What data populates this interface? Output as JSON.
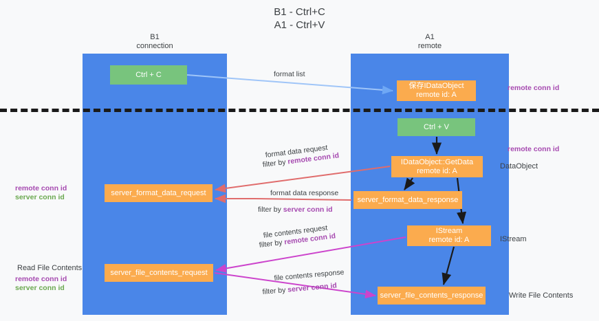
{
  "title": {
    "line1": "B1 - Ctrl+C",
    "line2": "A1 - Ctrl+V"
  },
  "lanes": [
    {
      "id": "b1",
      "name": "B1",
      "role": "connection",
      "color": "#4a86e8"
    },
    {
      "id": "a1",
      "name": "A1",
      "role": "remote",
      "color": "#4a86e8"
    }
  ],
  "nodes": {
    "ctrl_c": {
      "label": "Ctrl + C",
      "color": "#78c47d"
    },
    "save_idataobject": {
      "line1": "保存IDataObject",
      "line2": "remote id: A",
      "color": "#fbab4e"
    },
    "ctrl_v": {
      "label": "Ctrl + V",
      "color": "#78c47d"
    },
    "getdata": {
      "line1": "IDataObject::GetData",
      "line2": "remote id: A",
      "color": "#fbab4e"
    },
    "server_format_data_request": {
      "label": "server_format_data_request",
      "color": "#fbab4e"
    },
    "server_format_data_response": {
      "label": "server_format_data_response",
      "color": "#fbab4e"
    },
    "istream": {
      "line1": "IStream",
      "line2": "remote id: A",
      "color": "#fbab4e"
    },
    "server_file_contents_request": {
      "label": "server_file_contents_request",
      "color": "#fbab4e"
    },
    "server_file_contents_response": {
      "label": "server_file_contents_response",
      "color": "#fbab4e"
    }
  },
  "edge_labels": {
    "format_list": "format list",
    "format_data_request": "format data request",
    "format_data_request_filter_prefix": "filter by ",
    "format_data_request_filter_key": "remote conn id",
    "format_data_response": "format data response",
    "format_data_response_filter_prefix": "filter by ",
    "format_data_response_filter_key": "server conn id",
    "file_contents_request": "file contents request",
    "file_contents_request_filter_prefix": "filter by ",
    "file_contents_request_filter_key": "remote conn id",
    "file_contents_response": "file contents response",
    "file_contents_response_filter_prefix": "filter by ",
    "file_contents_response_filter_key": "server conn id"
  },
  "annotations": {
    "remote_conn_id_top": "remote conn id",
    "remote_conn_id_mid": "remote conn id",
    "left_remote_conn_id": "remote conn id",
    "left_server_conn_id": "server conn id",
    "bottom_remote_conn_id": "remote conn id",
    "bottom_server_conn_id": "server conn id",
    "read_file_contents": "Read File Contents",
    "write_file_contents": "Write File Contents",
    "dataobject": "DataObject",
    "istream": "IStream"
  },
  "colors": {
    "lane": "#4a86e8",
    "green_node": "#78c47d",
    "orange_node": "#fbab4e",
    "purple_text": "#a64ab0",
    "green_text": "#6aa84f",
    "arrow_lightblue": "#9fc5f8",
    "arrow_red": "#e06c6c",
    "arrow_magenta": "#cc44cc",
    "arrow_black": "#1a1a1a",
    "background": "#f8f9fa"
  }
}
